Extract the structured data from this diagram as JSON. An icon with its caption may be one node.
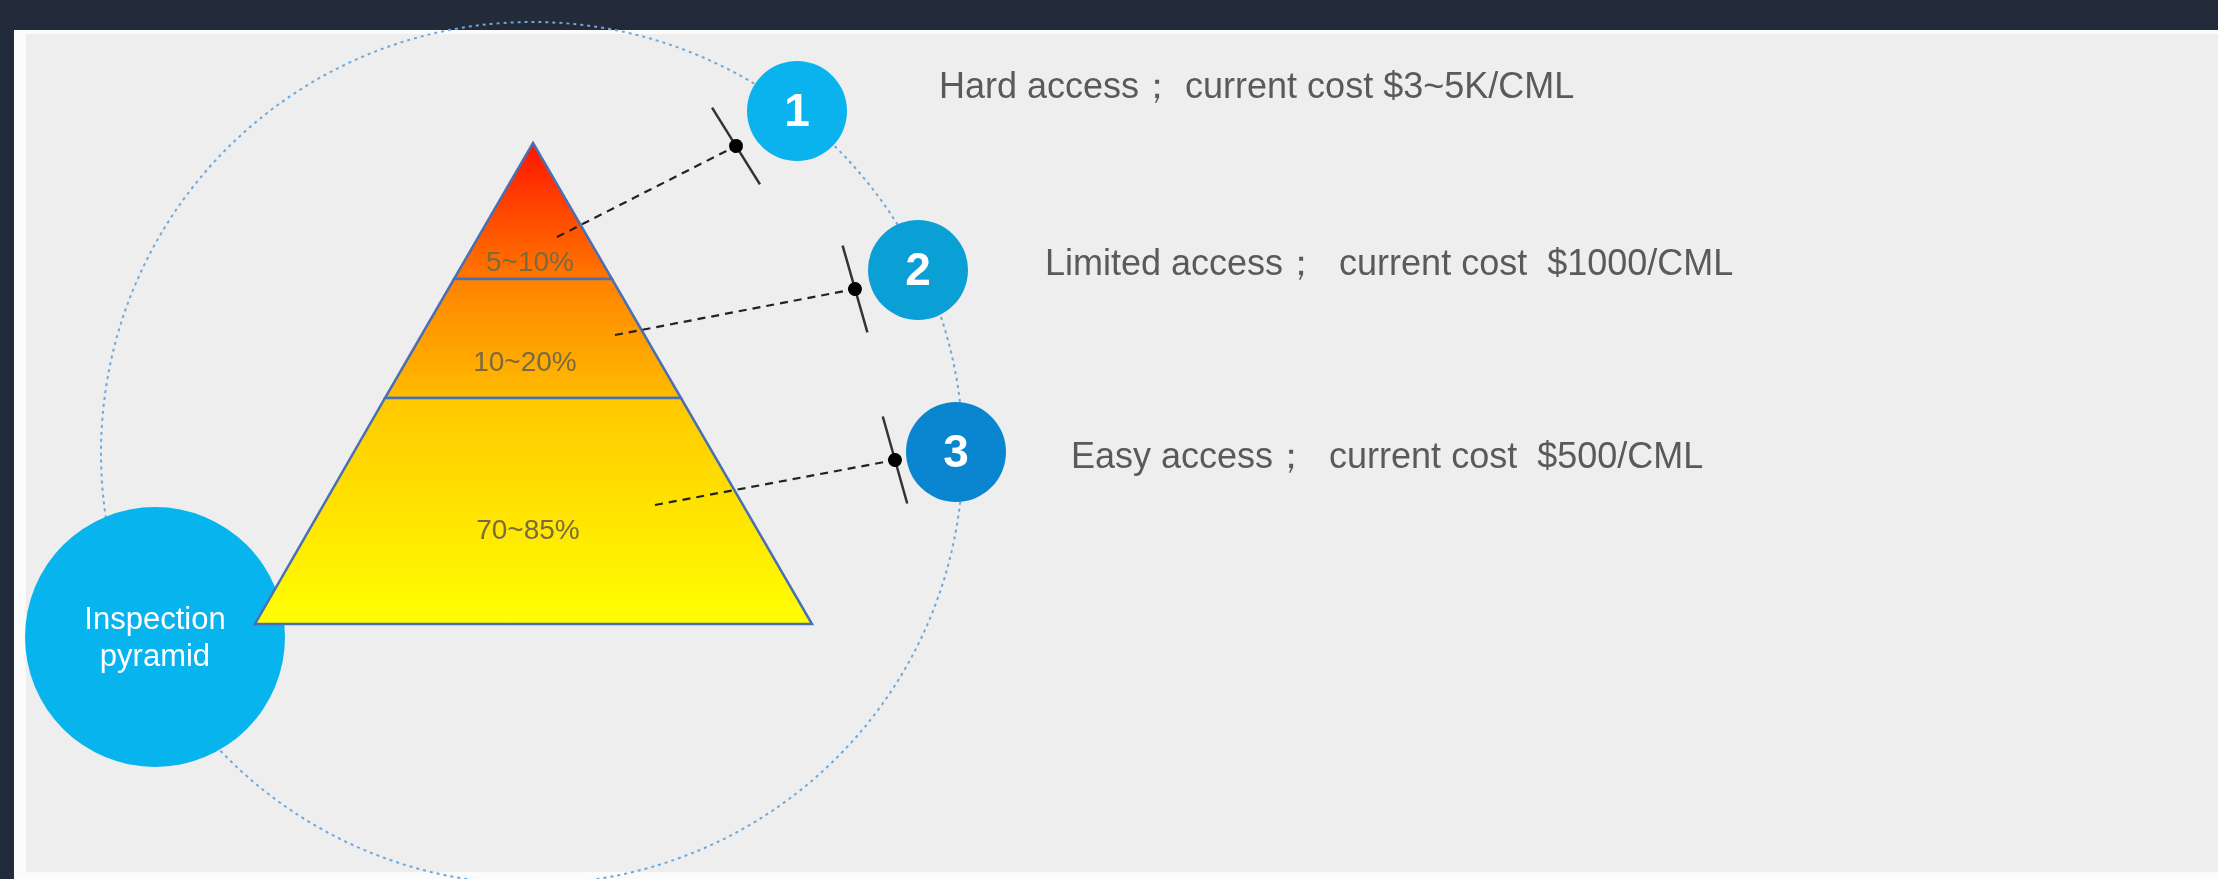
{
  "diagram": {
    "nodes": [
      {
        "text": [
          "Inspection pyramid"
        ]
      },
      {
        "text": [
          "5~10%"
        ]
      },
      {
        "text": [
          "10~20%"
        ]
      },
      {
        "text": [
          "70~85%"
        ]
      },
      {
        "text": [
          "1"
        ],
        "beside": [
          "Hard access； current cost $3~5K/CML"
        ]
      },
      {
        "text": [
          "2"
        ],
        "beside": [
          "Limited access；  current cost  $1000/CML"
        ]
      },
      {
        "text": [
          "3"
        ],
        "beside": [
          "Easy access；  current cost  $500/CML"
        ]
      }
    ],
    "edges": [
      {
        "from": 1,
        "to": 4,
        "arrow": "other",
        "style": "dashed"
      },
      {
        "from": 2,
        "to": 5,
        "arrow": "other",
        "style": "dashed"
      },
      {
        "from": 3,
        "to": 6,
        "arrow": "other",
        "style": "dashed"
      }
    ]
  }
}
